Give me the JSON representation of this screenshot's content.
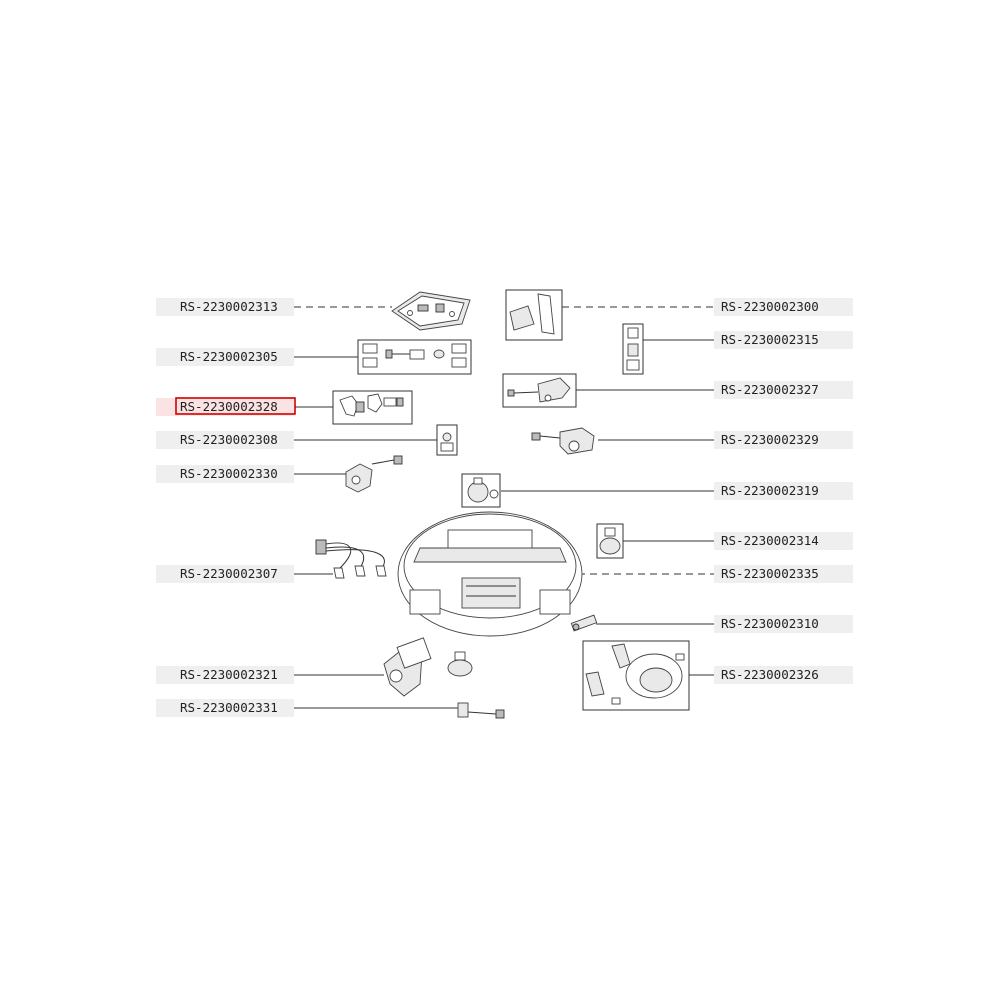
{
  "parts_left": [
    {
      "id": "RS-2230002313",
      "selected": false
    },
    {
      "id": "RS-2230002305",
      "selected": false
    },
    {
      "id": "RS-2230002328",
      "selected": true
    },
    {
      "id": "RS-2230002308",
      "selected": false
    },
    {
      "id": "RS-2230002330",
      "selected": false
    },
    {
      "id": "RS-2230002307",
      "selected": false
    },
    {
      "id": "RS-2230002321",
      "selected": false
    },
    {
      "id": "RS-2230002331",
      "selected": false
    }
  ],
  "parts_right": [
    {
      "id": "RS-2230002300",
      "selected": false
    },
    {
      "id": "RS-2230002315",
      "selected": false
    },
    {
      "id": "RS-2230002327",
      "selected": false
    },
    {
      "id": "RS-2230002329",
      "selected": false
    },
    {
      "id": "RS-2230002319",
      "selected": false
    },
    {
      "id": "RS-2230002314",
      "selected": false
    },
    {
      "id": "RS-2230002335",
      "selected": false
    },
    {
      "id": "RS-2230002310",
      "selected": false
    },
    {
      "id": "RS-2230002326",
      "selected": false
    }
  ],
  "colors": {
    "selected_outline": "#d10000",
    "label_background": "#efefef",
    "line": "#333333"
  }
}
